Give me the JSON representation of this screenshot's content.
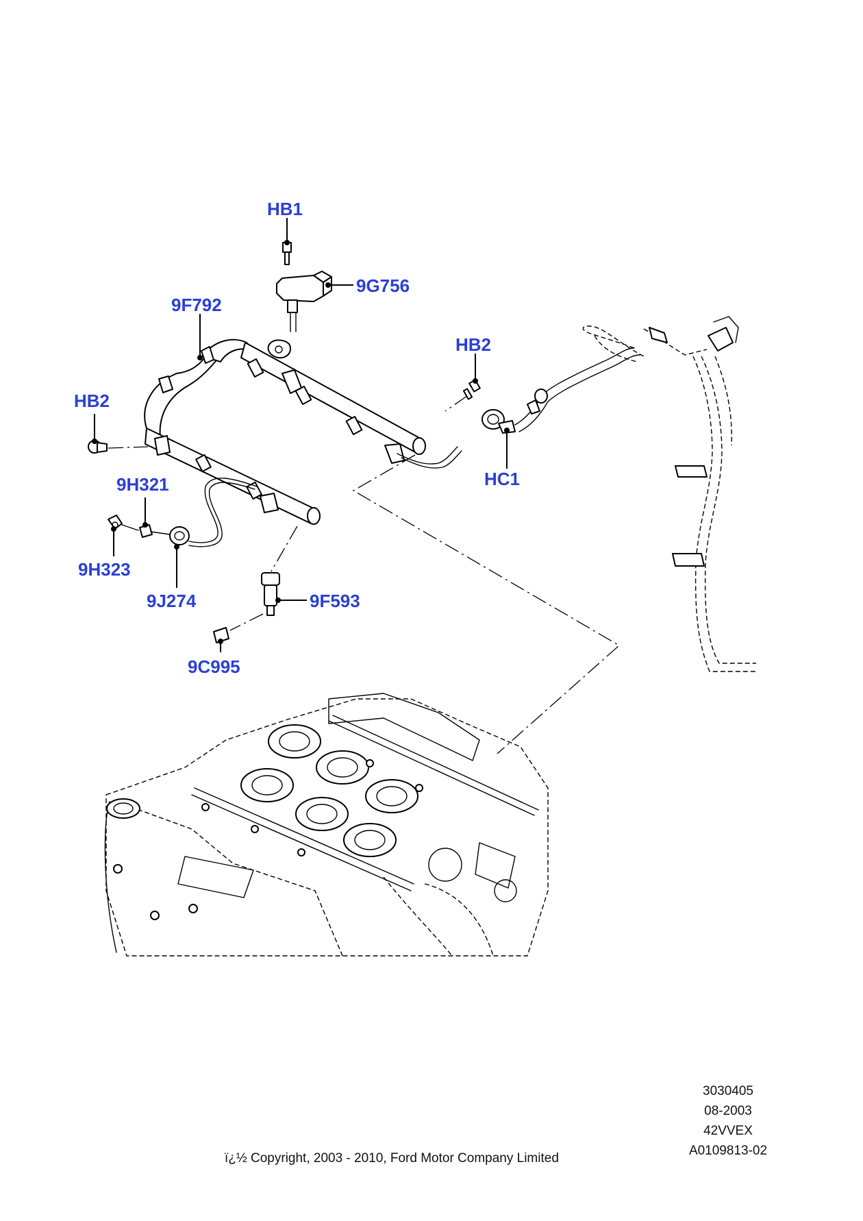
{
  "diagram": {
    "callouts": {
      "hb1": "HB1",
      "g756": "9G756",
      "f792": "9F792",
      "hb2_right": "HB2",
      "hb2_left": "HB2",
      "hc1": "HC1",
      "h321": "9H321",
      "h323": "9H323",
      "j274": "9J274",
      "f593": "9F593",
      "c995": "9C995"
    }
  },
  "footer": {
    "ref_number": "3030405",
    "date": "08-2003",
    "engine_code": "42VVEX",
    "illustration_id": "A0109813-02",
    "copyright": "ï¿½ Copyright, 2003 - 2010, Ford Motor Company Limited"
  }
}
